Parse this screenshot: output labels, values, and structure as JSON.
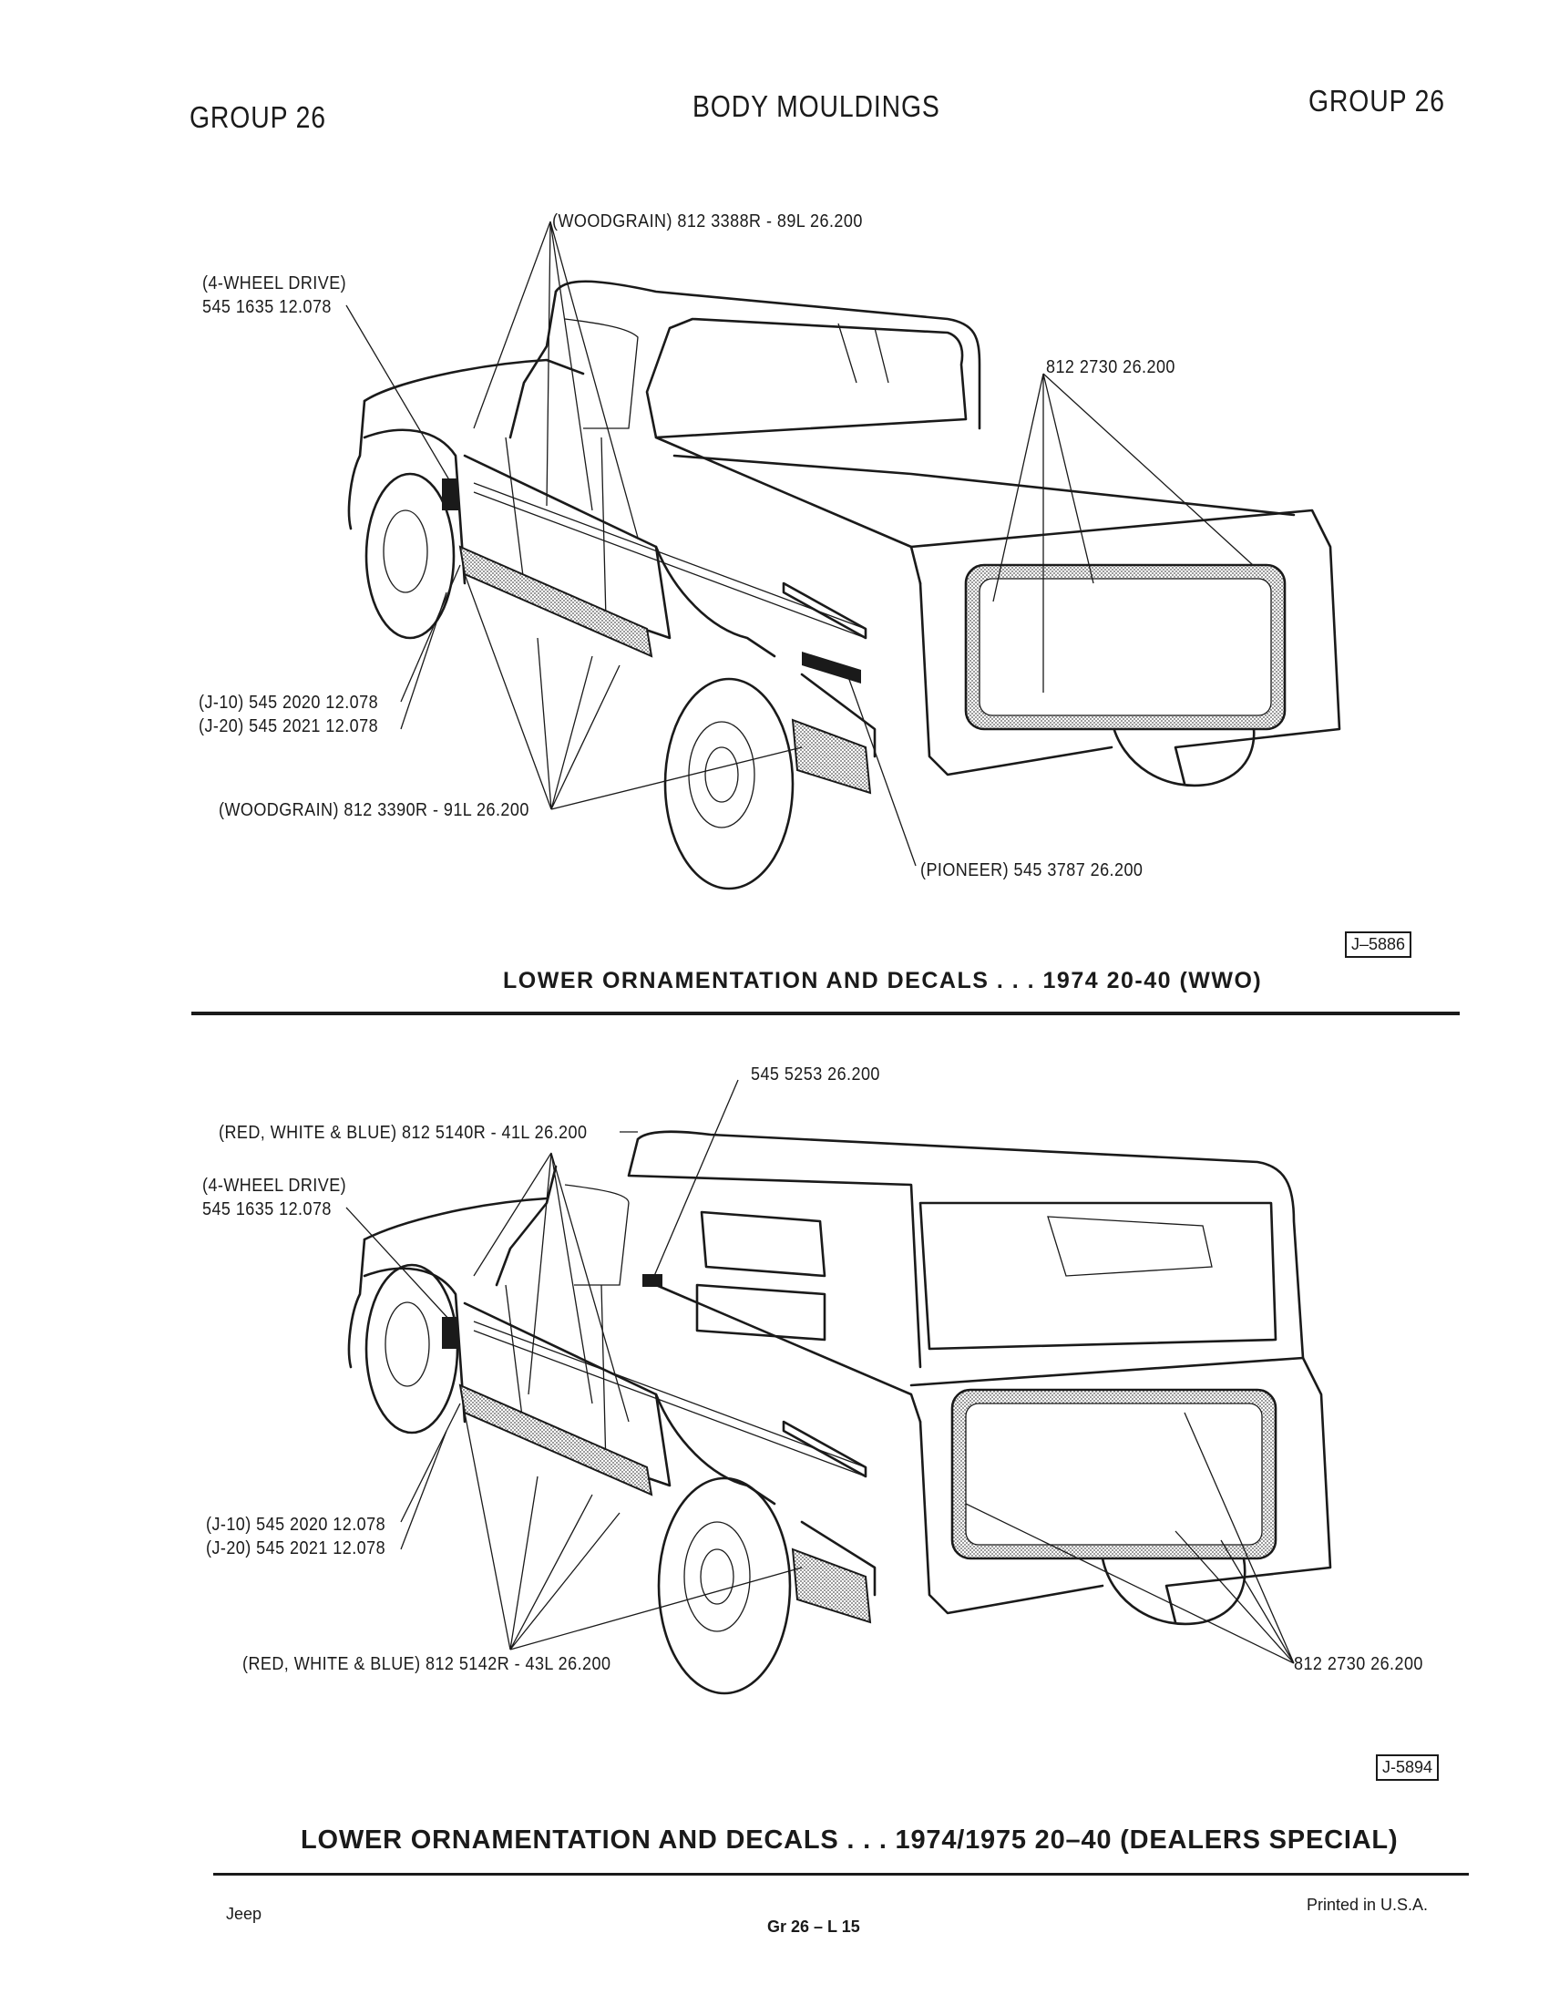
{
  "header": {
    "group_left": "GROUP 26",
    "title": "BODY MOULDINGS",
    "group_right": "GROUP 26"
  },
  "figure1": {
    "labels": {
      "woodgrain_upper": "(WOODGRAIN) 812 3388R - 89L  26.200",
      "four_wd_title": "(4-WHEEL DRIVE)",
      "four_wd_part": "545 1635  12.078",
      "tailgate_part": "812 2730  26.200",
      "j10": "(J-10) 545 2020  12.078",
      "j20": "(J-20) 545 2021  12.078",
      "woodgrain_lower": "(WOODGRAIN)  812 3390R - 91L  26.200",
      "pioneer": "(PIONEER)  545 3787  26.200"
    },
    "figure_id": "J–5886",
    "caption": "LOWER ORNAMENTATION AND DECALS . . . 1974  20-40 (WWO)"
  },
  "figure2": {
    "labels": {
      "roof_decal": "545 5253  26.200",
      "rwb_upper": "(RED, WHITE & BLUE)  812 5140R - 41L  26.200",
      "four_wd_title": "(4-WHEEL DRIVE)",
      "four_wd_part": "545 1635  12.078",
      "j10": "(J-10) 545 2020  12.078",
      "j20": "(J-20) 545 2021  12.078",
      "rwb_lower": "(RED, WHITE & BLUE) 812 5142R - 43L  26.200",
      "tailgate_part": "812 2730  26.200"
    },
    "figure_id": "J-5894",
    "caption": "LOWER ORNAMENTATION AND DECALS . . . 1974/1975  20–40 (DEALERS SPECIAL)"
  },
  "footer": {
    "brand": "Jeep",
    "page": "Gr  26  –  L  15",
    "printed": "Printed  in U.S.A."
  },
  "colors": {
    "ink": "#1a1a1a",
    "paper": "#ffffff"
  }
}
